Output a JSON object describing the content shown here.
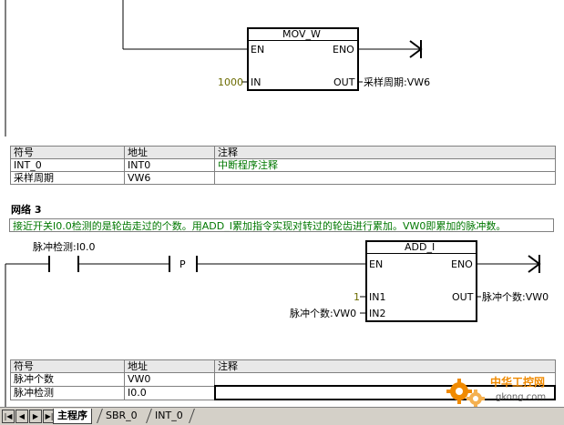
{
  "network2": {
    "block": {
      "name": "MOV_W",
      "en": "EN",
      "eno": "ENO",
      "in": "IN",
      "out": "OUT"
    },
    "in_value": "1000",
    "out_operand": "采样周期:VW6"
  },
  "symbol_table_1": {
    "headers": [
      "符号",
      "地址",
      "注释"
    ],
    "rows": [
      {
        "symbol": "INT_0",
        "address": "INT0",
        "comment": "中断程序注释"
      },
      {
        "symbol": "采样周期",
        "address": "VW6",
        "comment": ""
      }
    ]
  },
  "network3": {
    "title": "网络 3",
    "comment": "接近开关I0.0检测的是轮齿走过的个数。用ADD_I累加指令实现对转过的轮齿进行累加。VW0即累加的脉冲数。",
    "contact_label": "脉冲检测:I0.0",
    "edge_label": "P",
    "block": {
      "name": "ADD_I",
      "en": "EN",
      "eno": "ENO",
      "in1": "IN1",
      "in2": "IN2",
      "out": "OUT"
    },
    "in1_value": "1",
    "in2_operand": "脉冲个数:VW0",
    "out_operand": "脉冲个数:VW0"
  },
  "symbol_table_2": {
    "headers": [
      "符号",
      "地址",
      "注释"
    ],
    "rows": [
      {
        "symbol": "脉冲个数",
        "address": "VW0",
        "comment": ""
      },
      {
        "symbol": "脉冲检测",
        "address": "I0.0",
        "comment": ""
      }
    ]
  },
  "tabs": [
    "主程序",
    "SBR_0",
    "INT_0"
  ],
  "watermark": {
    "text": "中华工控网",
    "url": "gkong.com"
  },
  "colors": {
    "comment_text": "#007800",
    "constant_text": "#6b6b00",
    "watermark_orange": "#f08a00"
  }
}
